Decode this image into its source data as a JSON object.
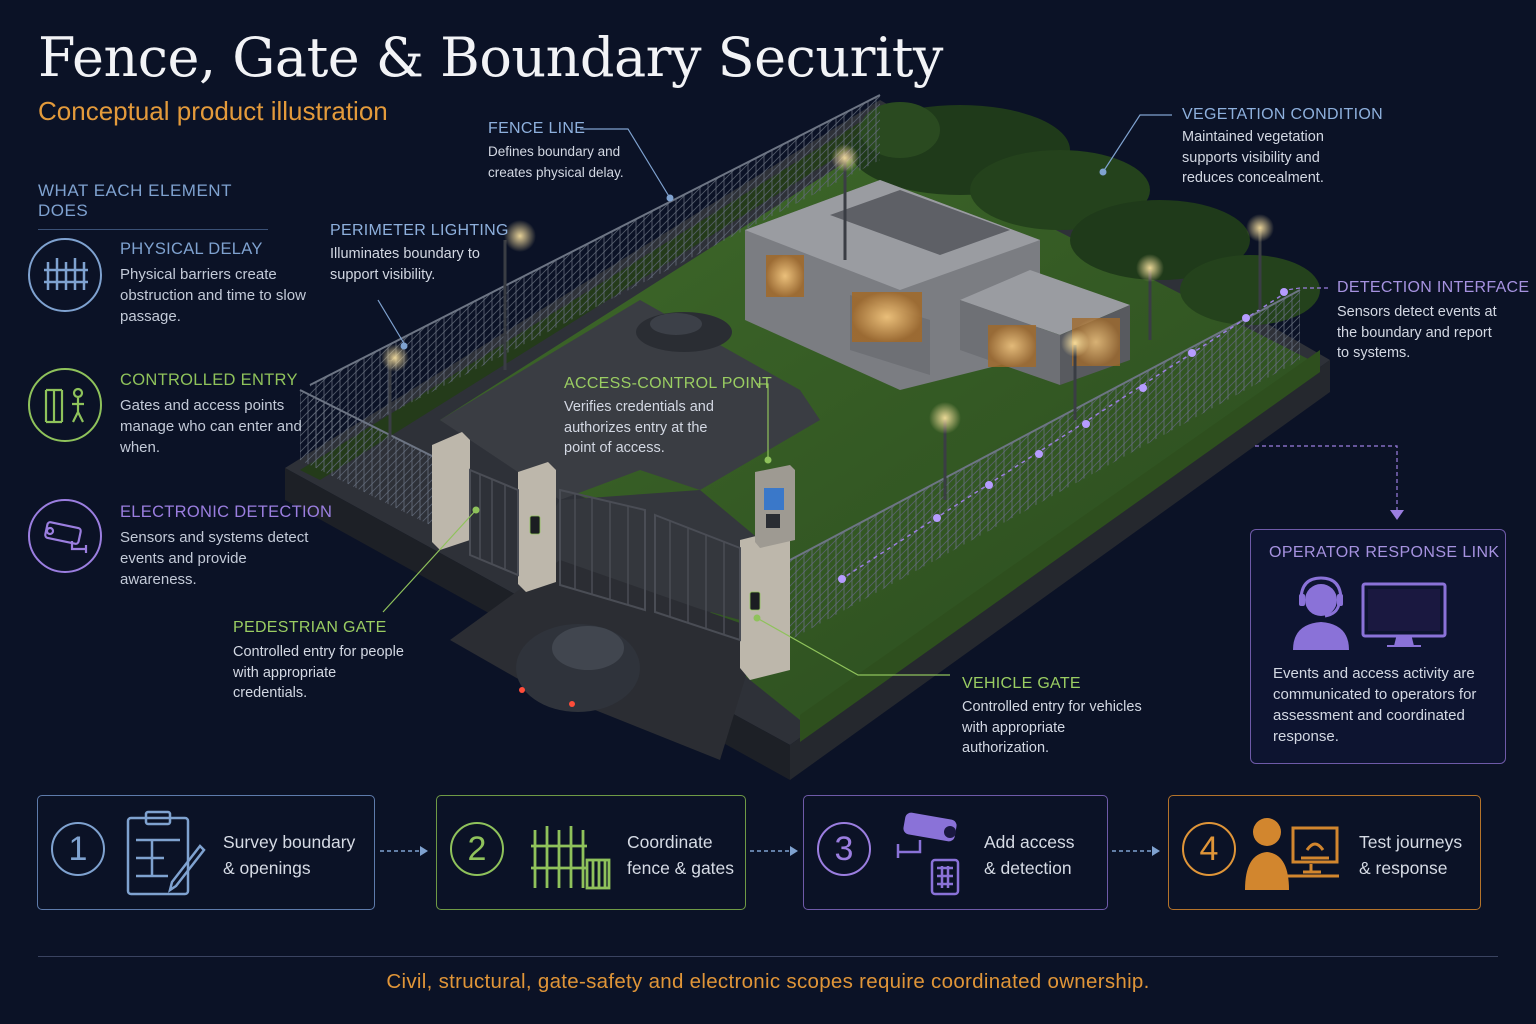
{
  "title": "Fence, Gate & Boundary Security",
  "subtitle": "Conceptual product illustration",
  "sidebar": {
    "heading": "WHAT EACH ELEMENT DOES",
    "items": [
      {
        "title": "PHYSICAL DELAY",
        "desc": "Physical barriers create obstruction and time to slow passage.",
        "icon": "fence-icon",
        "color": "#7fa2d0"
      },
      {
        "title": "CONTROLLED ENTRY",
        "desc": "Gates and access points manage who can enter and when.",
        "icon": "gate-person-icon",
        "color": "#8fc25b"
      },
      {
        "title": "ELECTRONIC DETECTION",
        "desc": "Sensors and systems detect events and provide awareness.",
        "icon": "camera-icon",
        "color": "#9b7ee0"
      }
    ]
  },
  "callouts": {
    "fence_line": {
      "title": "FENCE LINE",
      "desc": "Defines boundary and creates physical delay."
    },
    "perimeter_lighting": {
      "title": "PERIMETER LIGHTING",
      "desc": "Illuminates boundary to support visibility."
    },
    "vegetation": {
      "title": "VEGETATION CONDITION",
      "desc": "Maintained vegetation supports visibility and reduces concealment."
    },
    "detection_interface": {
      "title": "DETECTION INTERFACE",
      "desc": "Sensors detect events at the boundary and report to systems."
    },
    "access_control": {
      "title": "ACCESS-CONTROL POINT",
      "desc": "Verifies credentials and authorizes entry at the point of access."
    },
    "pedestrian_gate": {
      "title": "PEDESTRIAN GATE",
      "desc": "Controlled entry for people with appropriate credentials."
    },
    "vehicle_gate": {
      "title": "VEHICLE GATE",
      "desc": "Controlled entry for vehicles with appropriate authorization."
    }
  },
  "operator": {
    "title": "OPERATOR RESPONSE LINK",
    "desc": "Events and access activity are communicated to operators for assessment and coordinated response.",
    "icons": [
      "operator-headset-icon",
      "monitor-icon"
    ]
  },
  "steps": [
    {
      "num": "1",
      "label": "Survey boundary\n& openings",
      "icon": "clipboard-plan-icon",
      "color": "#7fa2d0"
    },
    {
      "num": "2",
      "label": "Coordinate\nfence & gates",
      "icon": "fence-gate-icon",
      "color": "#8fc25b"
    },
    {
      "num": "3",
      "label": "Add access\n& detection",
      "icon": "camera-keypad-icon",
      "color": "#9b7ee0"
    },
    {
      "num": "4",
      "label": "Test journeys\n& response",
      "icon": "operator-workstation-icon",
      "color": "#e09538"
    }
  ],
  "footer": "Civil, structural, gate-safety and electronic scopes require coordinated ownership.",
  "colors": {
    "background": "#0b1226",
    "blue": "#7fa2d0",
    "green": "#8fc25b",
    "purple": "#9b7ee0",
    "orange": "#e09538"
  }
}
